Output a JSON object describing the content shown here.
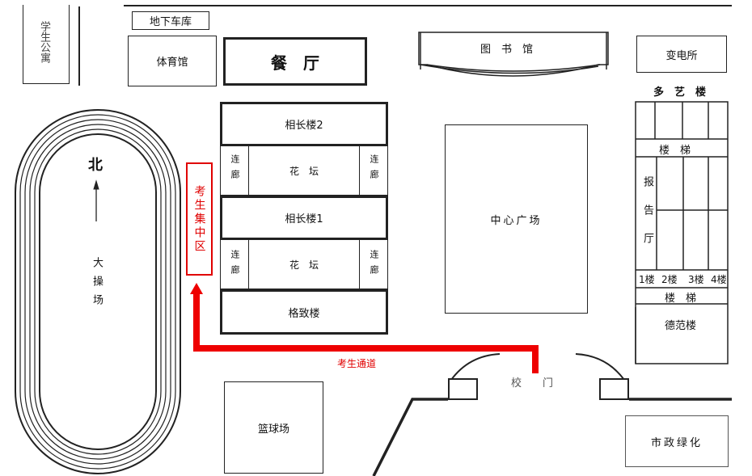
{
  "map": {
    "student_apartment": "学生公寓",
    "underground_garage": "地下车库",
    "gymnasium": "体育馆",
    "canteen": "餐　厅",
    "library": "图　书　馆",
    "substation": "变电所",
    "multi_art_building": "多　艺　楼",
    "xiangchang_2": "相长楼2",
    "xiangchang_1": "相长楼1",
    "gezhi": "格致楼",
    "corridor": "连廊",
    "flower_bed": "花　坛",
    "north": "北",
    "playground": "大操场",
    "exam_area": "考生集中区",
    "exam_path": "考生通道",
    "central_square": "中心广场",
    "report_hall": "报告厅",
    "stairs": "楼　梯",
    "floors": [
      "1楼",
      "2楼",
      "3楼",
      "4楼"
    ],
    "defan": "德范楼",
    "school_gate": "校　　门",
    "basketball": "篮球场",
    "municipal_green": "市政绿化",
    "path_color": "#ee0000"
  }
}
